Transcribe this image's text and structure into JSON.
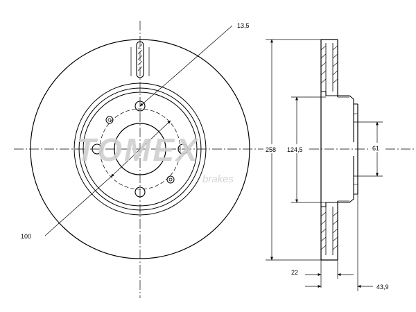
{
  "dimensions": {
    "bolt_hole_diameter": "13,5",
    "pcd_diameter": "100",
    "outer_diameter": "258",
    "hub_height": "124,5",
    "center_bore": "61",
    "disc_thickness": "22",
    "total_height": "43,9"
  },
  "watermark": {
    "brand": "TOMEX",
    "sub": "brakes"
  },
  "colors": {
    "line": "#000000",
    "watermark": "#cfcfcf"
  }
}
